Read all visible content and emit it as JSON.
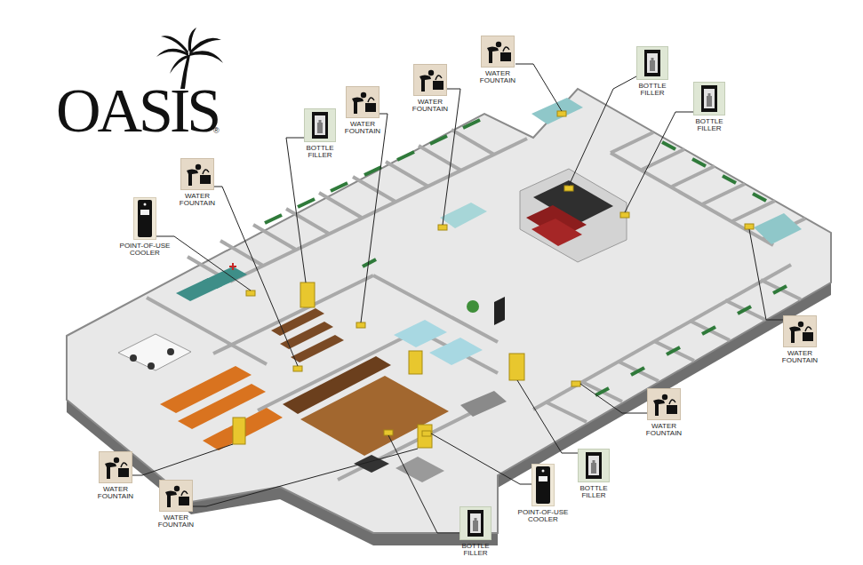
{
  "diagram": {
    "nodes": [
      {
        "text": [
          "WATER FOUNTAIN"
        ]
      },
      {
        "text": [
          "WATER FOUNTAIN"
        ]
      },
      {
        "text": [
          "BOTTLE FILLER"
        ]
      },
      {
        "text": [
          "WATER FOUNTAIN"
        ]
      },
      {
        "text": [
          "BOTTLE FILLER"
        ]
      },
      {
        "text": [
          "BOTTLE FILLER"
        ]
      },
      {
        "text": [
          "WATER FOUNTAIN"
        ]
      },
      {
        "text": [
          "POINT-OF-USE COOLER"
        ]
      },
      {
        "text": [
          "WATER FOUNTAIN"
        ]
      },
      {
        "text": [
          "WATER FOUNTAIN"
        ]
      },
      {
        "text": [
          "BOTTLE FILLER"
        ]
      },
      {
        "text": [
          "POINT-OF-USE COOLER"
        ]
      },
      {
        "text": [
          "BOTTLE FILLER"
        ]
      },
      {
        "text": [
          "WATER FOUNTAIN"
        ]
      },
      {
        "text": [
          "WATER FOUNTAIN"
        ]
      }
    ],
    "labels": [
      "OASIS",
      "®"
    ]
  }
}
